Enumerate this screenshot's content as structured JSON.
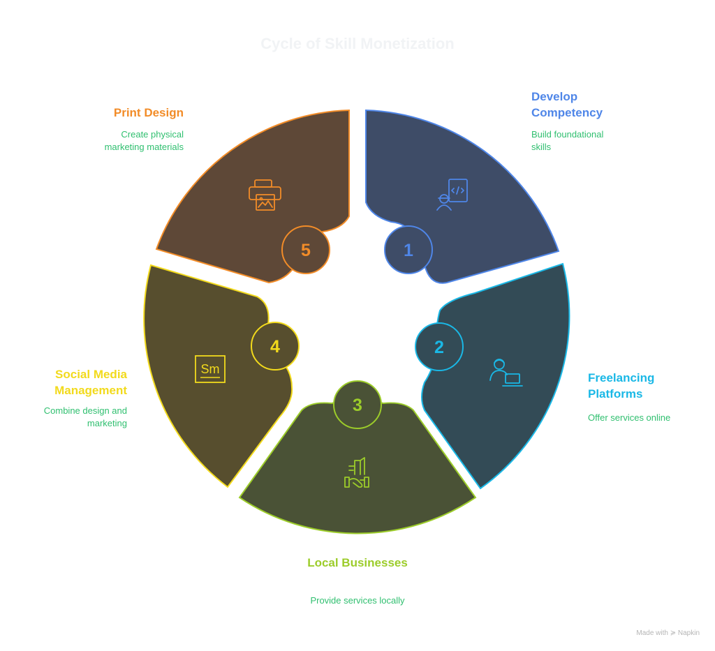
{
  "title": "Cycle of Skill Monetization",
  "steps": [
    {
      "number": "1",
      "title": "Develop Competency",
      "description": "Build foundational skills",
      "icon": "developer-code-icon",
      "color": "#4f86e8",
      "fill": "#3e4c67"
    },
    {
      "number": "2",
      "title": "Freelancing Platforms",
      "description": "Offer services online",
      "icon": "freelancer-laptop-icon",
      "color": "#1ab8e6",
      "fill": "#334b56"
    },
    {
      "number": "3",
      "title": "Local Businesses",
      "description": "Provide services locally",
      "icon": "business-handshake-icon",
      "color": "#9ccc2a",
      "fill": "#4a5236"
    },
    {
      "number": "4",
      "title": "Social Media Management",
      "description": "Combine design and marketing",
      "icon": "social-media-sm-icon",
      "color": "#f2da1c",
      "fill": "#574e2e"
    },
    {
      "number": "5",
      "title": "Print Design",
      "description": "Create physical marketing materials",
      "icon": "printer-icon",
      "color": "#f28c28",
      "fill": "#5e4837"
    }
  ],
  "icon_sm_text": "Sm",
  "watermark": "Made with ≽ Napkin"
}
